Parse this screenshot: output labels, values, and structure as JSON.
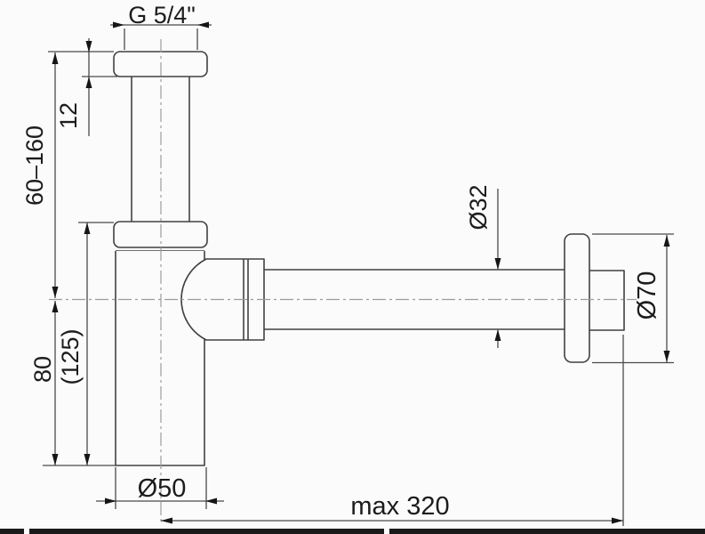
{
  "drawing": {
    "type": "technical-diagram",
    "subject": "bottle trap siphon with wall outlet, dimensioned side view",
    "colors": {
      "outline": "#414141",
      "dimension_line": "#4a4a4a",
      "arrow": "#161616",
      "centerline": "#9c9c9c",
      "text": "#1c1c1c",
      "background": "#fbfbfb",
      "bottom_frame": "#1a1a1a"
    },
    "labels": {
      "thread_size": "G 5/4\"",
      "flange_nut_height": "12",
      "inlet_adjustable_height": "60–160",
      "outlet_axis_to_bottom": "80",
      "body_overall_height": "(125)",
      "cup_diameter": "Ø50",
      "pipe_diameter": "Ø32",
      "rosette_diameter": "Ø70",
      "max_wall_distance": "max 320"
    }
  }
}
